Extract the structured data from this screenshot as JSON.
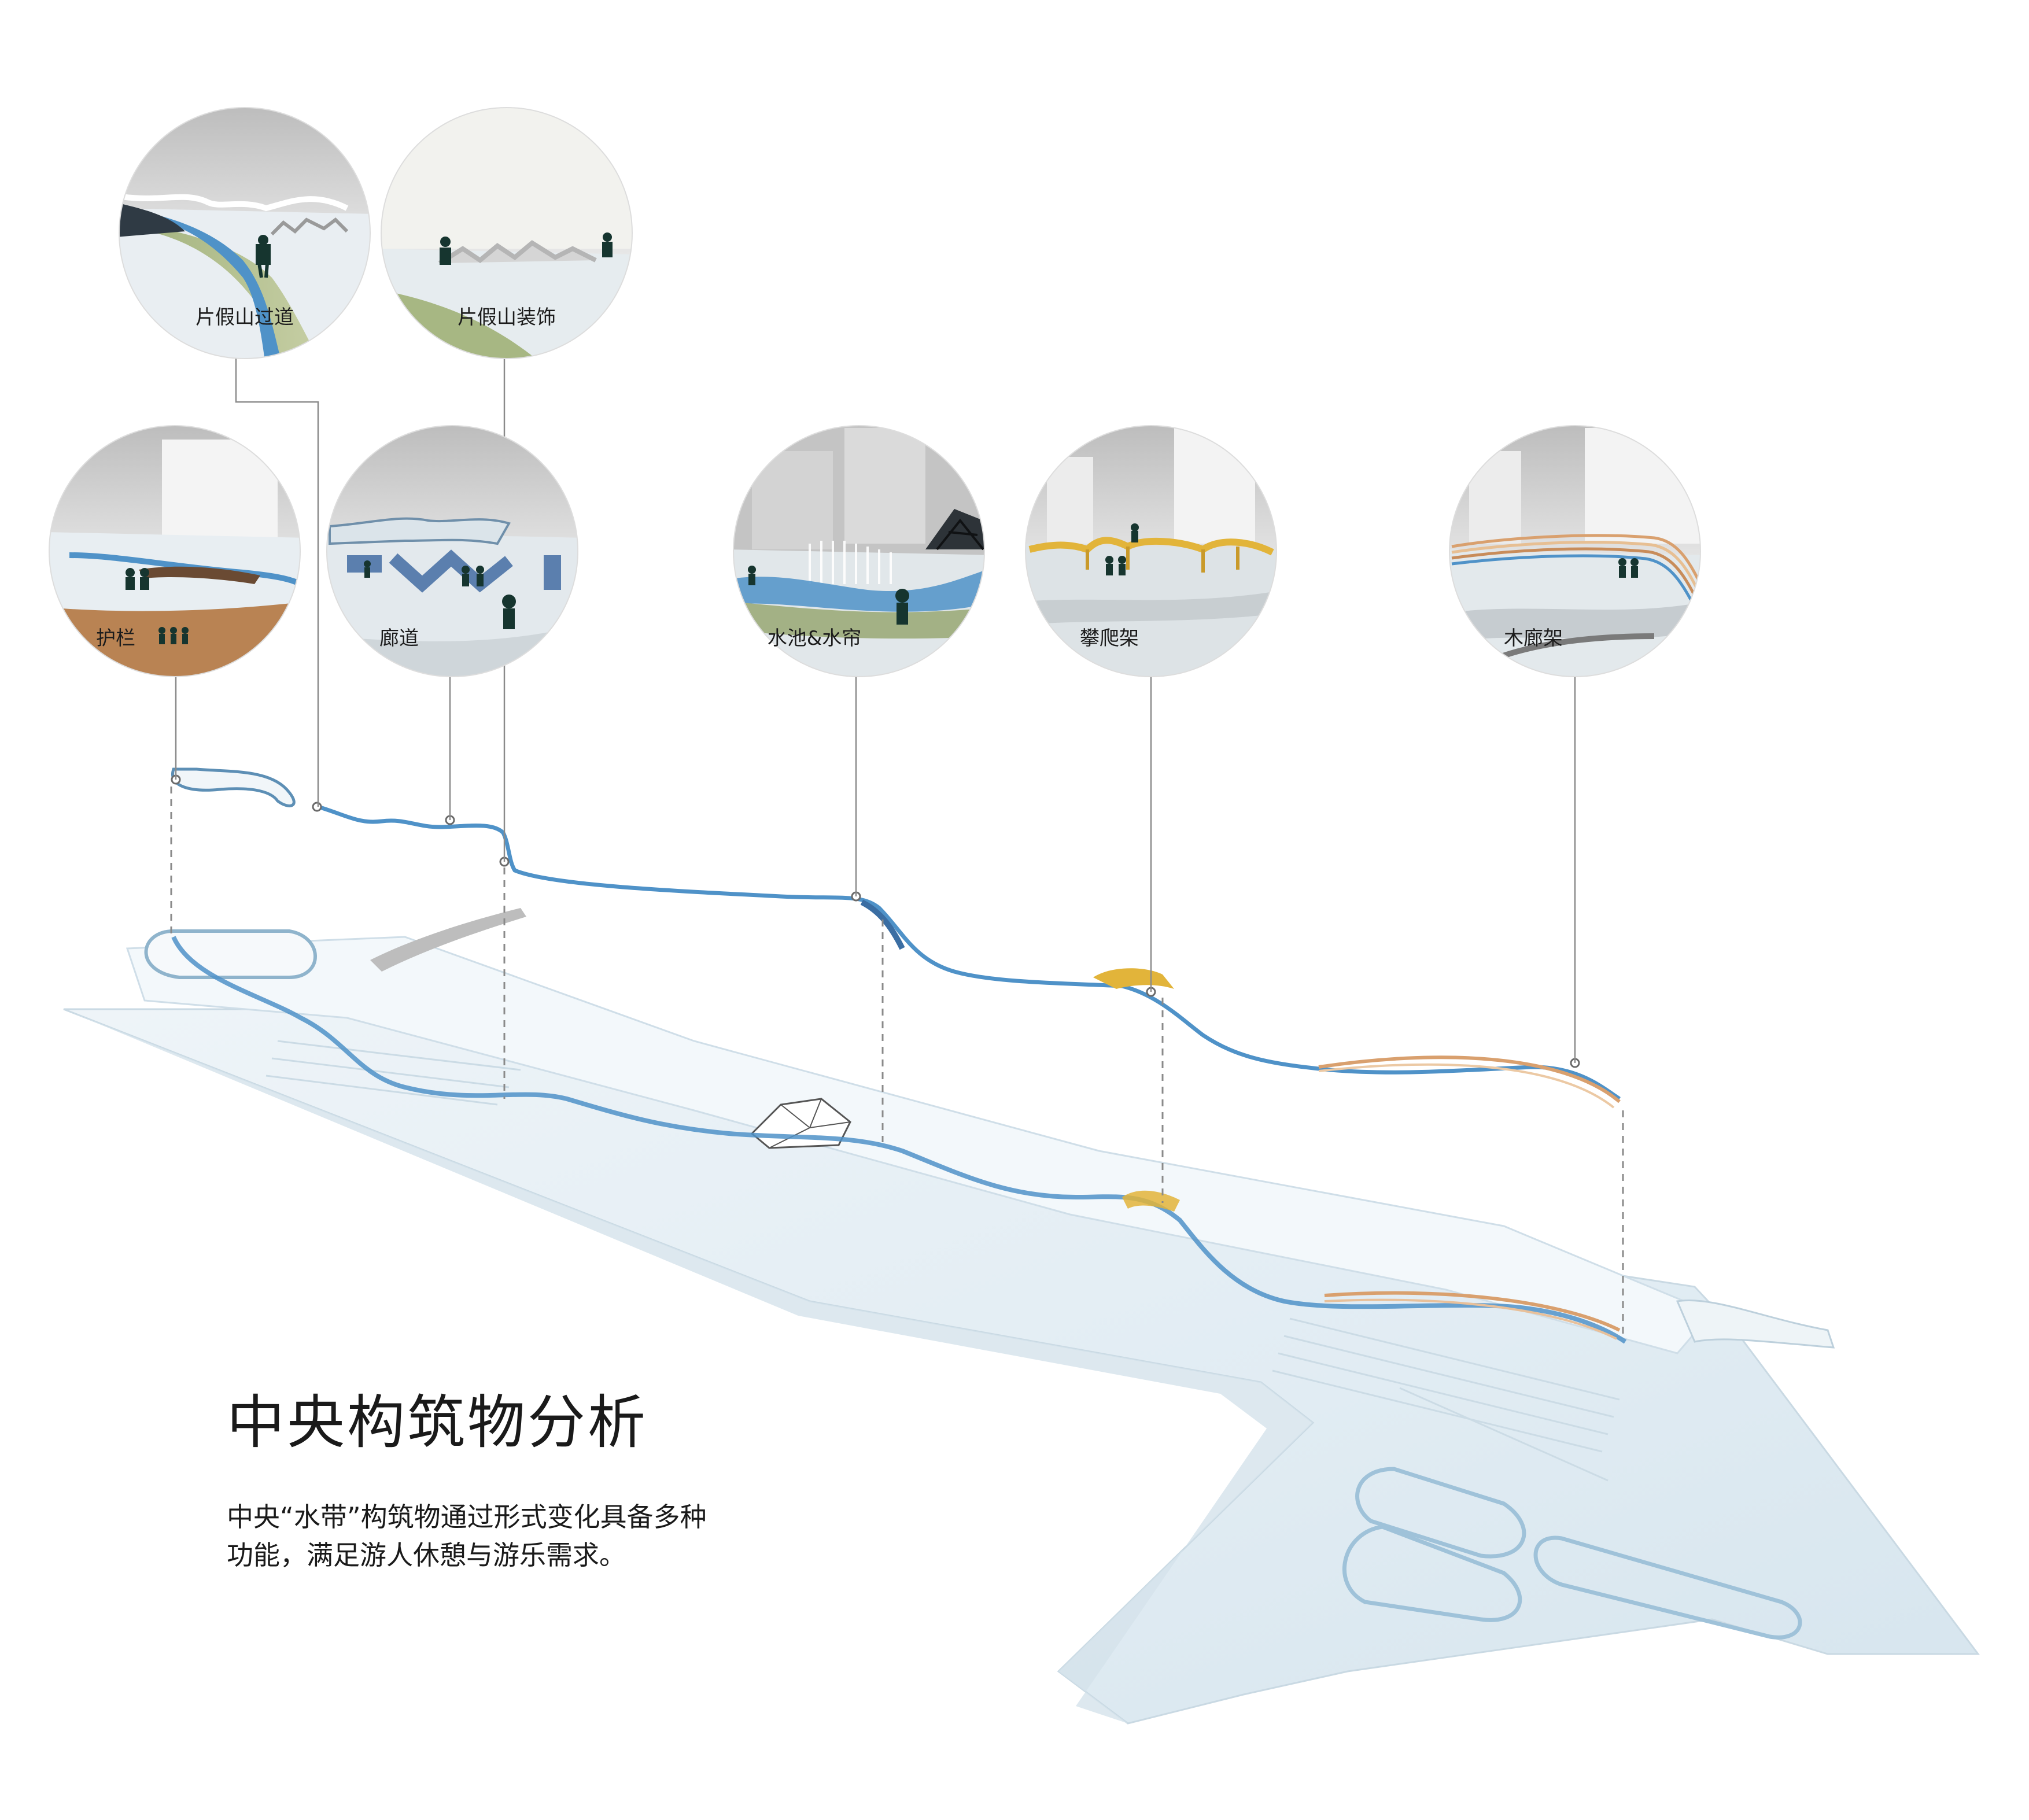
{
  "title": "中央构筑物分析",
  "description_line1": "中央“水带”构筑物通过形式变化具备多种",
  "description_line2": "功能，满足游人休憩与游乐需求。",
  "vignettes": [
    {
      "id": "rockery-path",
      "label": "片假山过道",
      "icon": "rockery-path-render"
    },
    {
      "id": "rockery-decor",
      "label": "片假山装饰",
      "icon": "rockery-decor-render"
    },
    {
      "id": "railing",
      "label": "护栏",
      "icon": "railing-render"
    },
    {
      "id": "corridor",
      "label": "廊道",
      "icon": "corridor-render"
    },
    {
      "id": "pool-curtain",
      "label": "水池&水帘",
      "icon": "pool-curtain-render"
    },
    {
      "id": "climbing-frame",
      "label": "攀爬架",
      "icon": "climbing-frame-render"
    },
    {
      "id": "wood-pergola",
      "label": "木廊架",
      "icon": "wood-pergola-render"
    }
  ],
  "colors": {
    "ground": "#e4eef4",
    "ground_edge": "#c9d9e3",
    "water_ribbon": "#4f92c8",
    "climbing_yellow": "#e2b43a",
    "wood_orange": "#d9a06e",
    "leader_line": "#8a8a8a"
  }
}
